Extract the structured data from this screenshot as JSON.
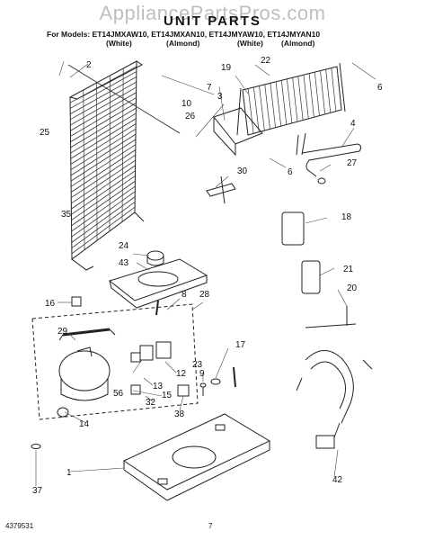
{
  "header": {
    "watermark": "AppliancePartsPros.com",
    "title": "UNIT PARTS",
    "models_line": "For Models: ET14JMXAW10, ET14JMXAN10, ET14JMYAW10, ET14JMYAN10",
    "colors": [
      "(White)",
      "(Almond)",
      "(White)",
      "(Almond)"
    ]
  },
  "callouts": [
    "1",
    "2",
    "3",
    "4",
    "6",
    "6",
    "7",
    "8",
    "9",
    "10",
    "12",
    "13",
    "14",
    "15",
    "16",
    "17",
    "18",
    "19",
    "20",
    "21",
    "22",
    "23",
    "24",
    "25",
    "26",
    "27",
    "28",
    "29",
    "30",
    "32",
    "35",
    "37",
    "38",
    "42",
    "43",
    "56"
  ],
  "footer": {
    "doc_number": "4379531",
    "page": "7"
  }
}
